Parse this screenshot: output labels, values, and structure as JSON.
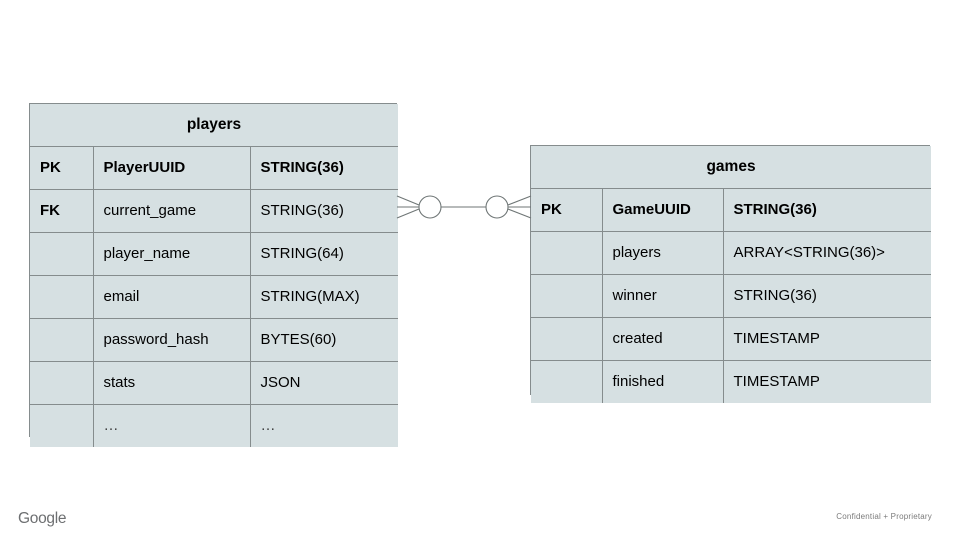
{
  "slide": {
    "background_color": "#ffffff",
    "entity_fill_color": "#d6e0e2",
    "entity_border_color": "#858c8d",
    "connector_color": "#6f7676"
  },
  "diagram": {
    "type": "entity-relationship",
    "notation": "crows-foot",
    "entities": [
      {
        "id": "players",
        "title": "players",
        "rows": [
          {
            "key": "PK",
            "name": "PlayerUUID",
            "type": "STRING(36)",
            "bold": true
          },
          {
            "key": "FK",
            "name": "current_game",
            "type": "STRING(36)",
            "bold": false
          },
          {
            "key": "",
            "name": "player_name",
            "type": "STRING(64)",
            "bold": false
          },
          {
            "key": "",
            "name": "email",
            "type": "STRING(MAX)",
            "bold": false
          },
          {
            "key": "",
            "name": "password_hash",
            "type": "BYTES(60)",
            "bold": false
          },
          {
            "key": "",
            "name": "stats",
            "type": "JSON",
            "bold": false
          },
          {
            "key": "",
            "name": "…",
            "type": "…",
            "bold": false,
            "ellipsis": true
          }
        ]
      },
      {
        "id": "games",
        "title": "games",
        "rows": [
          {
            "key": "PK",
            "name": "GameUUID",
            "type": "STRING(36)",
            "bold": true
          },
          {
            "key": "",
            "name": "players",
            "type": "ARRAY<STRING(36)>",
            "bold": false
          },
          {
            "key": "",
            "name": "winner",
            "type": "STRING(36)",
            "bold": false
          },
          {
            "key": "",
            "name": "created",
            "type": "TIMESTAMP",
            "bold": false
          },
          {
            "key": "",
            "name": "finished",
            "type": "TIMESTAMP",
            "bold": false
          }
        ]
      }
    ],
    "relationship": {
      "from_entity": "players",
      "from_field": "current_game",
      "to_entity": "games",
      "to_field": "GameUUID",
      "left_cardinality": "zero-or-many",
      "right_cardinality": "zero-or-many"
    }
  },
  "footer": {
    "logo_text": "Google",
    "confidential_note": "Confidential + Proprietary"
  }
}
